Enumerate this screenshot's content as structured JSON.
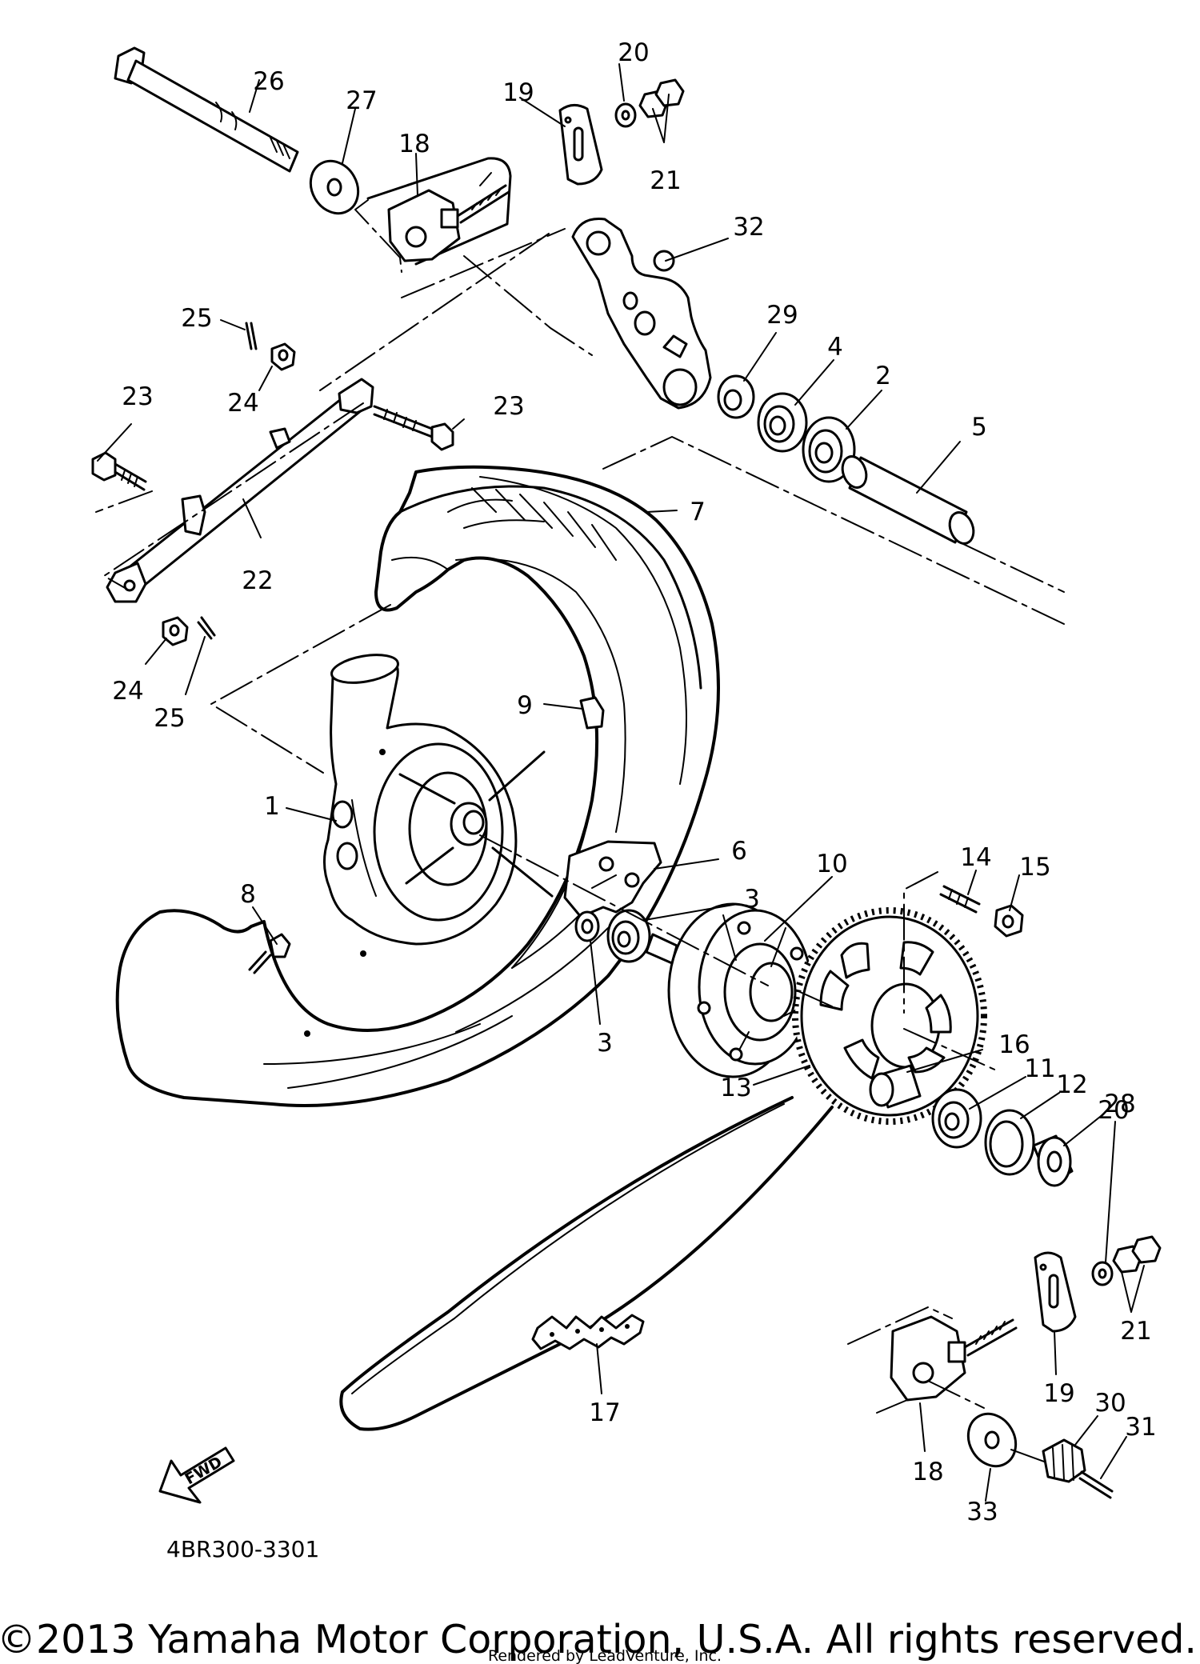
{
  "diagram": {
    "code": "4BR300-3301",
    "fwd_label": "FWD",
    "copyright": "©2013 Yamaha Motor Corporation, U.S.A. All rights reserved.",
    "rendered_by": "Rendered by LeadVenture, Inc.",
    "callouts": [
      "26",
      "27",
      "20",
      "19",
      "21",
      "18",
      "32",
      "25",
      "29",
      "4",
      "2",
      "24",
      "23",
      "23",
      "5",
      "7",
      "22",
      "24",
      "25",
      "9",
      "1",
      "6",
      "8",
      "3",
      "10",
      "14",
      "15",
      "3",
      "16",
      "11",
      "12",
      "28",
      "13",
      "20",
      "21",
      "19",
      "17",
      "30",
      "31",
      "18",
      "33"
    ]
  }
}
